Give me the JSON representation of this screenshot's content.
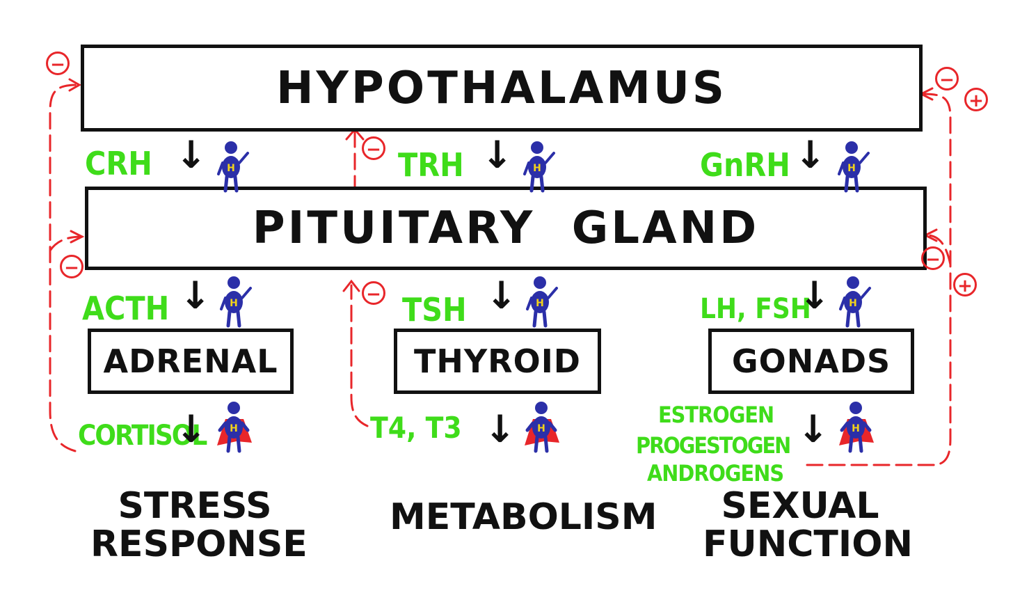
{
  "glands": {
    "hypothalamus": "HYPOTHALAMUS",
    "pituitary": "PITUITARY  GLAND",
    "adrenal": "ADRENAL",
    "thyroid": "THYROID",
    "gonads": "GONADS"
  },
  "hormones": {
    "crh": "CRH",
    "trh": "TRH",
    "gnrh": "GnRH",
    "acth": "ACTH",
    "tsh": "TSH",
    "lh_fsh": "LH, FSH",
    "cortisol": "CORTISOL",
    "t4_t3": "T4, T3",
    "estrogen": "ESTROGEN",
    "progestogen": "PROGESTOGEN",
    "androgens": "ANDROGENS"
  },
  "effects": {
    "stress_1": "STRESS",
    "stress_2": "RESPONSE",
    "metabolism": "METABOLISM",
    "sexual_1": "SEXUAL",
    "sexual_2": "FUNCTION"
  },
  "signs": {
    "minus": "−",
    "plus": "+"
  },
  "arrows": {
    "down": "↓"
  },
  "colors": {
    "box": "#111111",
    "hormone": "#3fdc1a",
    "feedback": "#e8262a",
    "hero_body": "#2b2fa8",
    "cape": "#e8262a",
    "hero_letter": "#f2d21b"
  }
}
